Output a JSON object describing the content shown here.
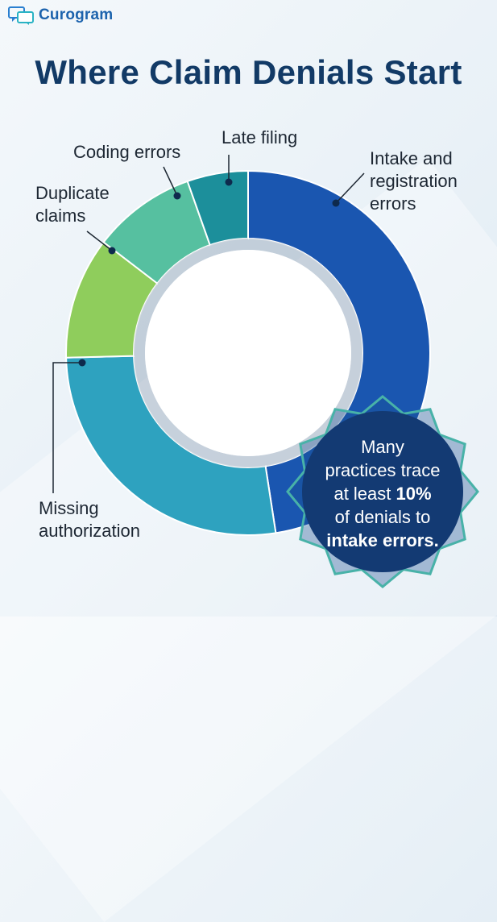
{
  "brand": {
    "name": "Curogram"
  },
  "colors": {
    "title": "#123a66",
    "brand": "#1c63ad",
    "badge_fill": "#133a73",
    "badge_stroke": "#48b2a8"
  },
  "chart_data": {
    "type": "pie",
    "title": "Where Claim Denials Start",
    "slices": [
      {
        "name": "Intake and registration errors",
        "value": 44,
        "color": "#1a56b0"
      },
      {
        "name": "Missing authorization",
        "value": 25,
        "color": "#2ea2bf"
      },
      {
        "name": "Duplicate claims",
        "value": 10,
        "color": "#8fcd5c"
      },
      {
        "name": "Coding errors",
        "value": 8.5,
        "color": "#56c0a0"
      },
      {
        "name": "Late filing",
        "value": 5,
        "color": "#1c8f9b"
      }
    ],
    "donut": true,
    "legend": "callout labels around the chart"
  },
  "labels": {
    "intake": [
      "Intake and",
      "registration",
      "errors"
    ],
    "missing": [
      "Missing",
      "authorization"
    ],
    "duplicate": [
      "Duplicate",
      "claims"
    ],
    "coding": "Coding errors",
    "late": "Late filing"
  },
  "callout": {
    "line1": "Many",
    "line2": "practices trace",
    "line3_prefix": "at least ",
    "line3_bold": "10%",
    "line4": "of denials to",
    "line5_bold": "intake errors."
  }
}
